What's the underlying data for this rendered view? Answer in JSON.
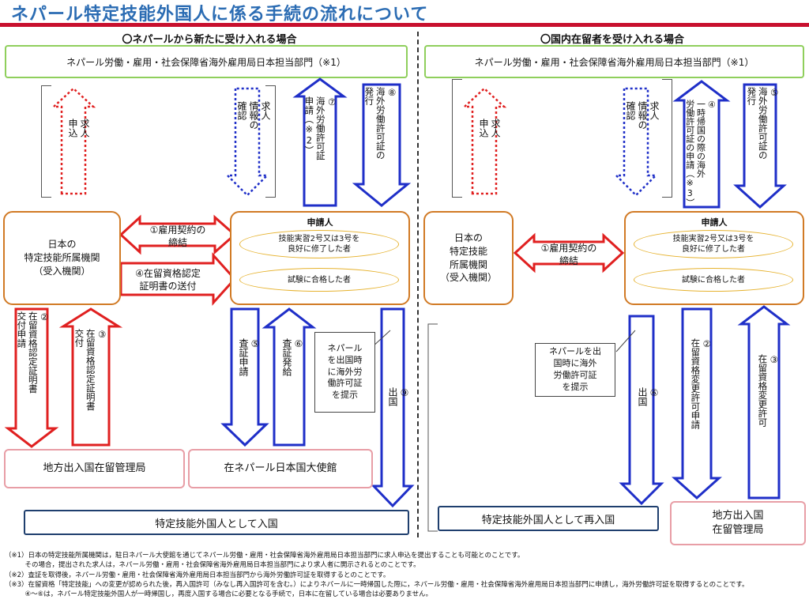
{
  "title": "ネパール特定技能外国人に係る手続の流れについて",
  "left": {
    "heading": "〇ネパールから新たに受け入れる場合",
    "top_box": "ネパール労働・雇用・社会保障省海外雇用局日本担当部門（※1）",
    "arrow_job_offer": "求人\n申込",
    "arrow_job_info": "求人\n情報の\n確認",
    "arrow_7": "⑦\n海外労働許可証\n申請（※2）",
    "arrow_8": "⑧\n海外労働許可証の\n発行",
    "org_box": "日本の\n特定技能所属機関\n（受入機関）",
    "arrow_1": "①雇用契約の\n締結",
    "arrow_4": "④在留資格認定\n証明書の送付",
    "applicant_title": "申請人",
    "oval_1": "技能実習2号又は3号を\n良好に修了した者",
    "oval_2": "試験に合格した者",
    "arrow_2": "②\n在留資格認定証明書\n交付申請",
    "arrow_3": "③\n在留資格認定証明書\n交付",
    "arrow_5": "⑤\n査証申請",
    "arrow_6": "⑥\n査証発給",
    "callout": "ネパール\nを出国時\nに海外労\n働許可証\nを提示",
    "arrow_9": "⑨\n出国",
    "box_immigration": "地方出入国在留管理局",
    "box_embassy": "在ネパール日本国大使館",
    "bottom_box": "特定技能外国人として入国"
  },
  "right": {
    "heading": "〇国内在留者を受け入れる場合",
    "top_box": "ネパール労働・雇用・社会保障省海外雇用局日本担当部門（※1）",
    "arrow_job_offer": "求人\n申込",
    "arrow_job_info": "求人\n情報の\n確認",
    "arrow_4": "④\n一時帰国の際の海外\n労働許可証の申請（※3）",
    "arrow_5": "⑤\n海外労働許可証の\n発行",
    "org_box": "日本の\n特定技能\n所属機関\n（受入機関）",
    "arrow_1": "①雇用契約の\n締結",
    "applicant_title": "申請人",
    "oval_1": "技能実習2号又は3号を\n良好に修了した者",
    "oval_2": "試験に合格した者",
    "callout": "ネパールを出\n国時に海外\n労働許可証\nを提示",
    "arrow_6": "⑥\n出国",
    "arrow_2": "②\n在留資格変更許可申請",
    "arrow_3": "③\n在留資格変更許可",
    "bottom_box": "特定技能外国人として再入国",
    "box_immigration": "地方出入国\n在留管理局"
  },
  "notes": [
    "（※1）日本の特定技能所属機関は，駐日ネパール大使館を通じてネパール労働・雇用・社会保障省海外雇用局日本担当部門に求人申込を提出することも可能とのことです。",
    "　　　その場合，提出された求人は，ネパール労働・雇用・社会保障省海外雇用局日本担当部門により求人者に開示されるとのことです。",
    "（※2）査証を取得後，ネパール労働・雇用・社会保障省海外雇用局日本担当部門から海外労働許可証を取得するとのことです。",
    "（※3）在留資格「特定技能」への変更が認められた後，再入国許可（みなし再入国許可を含む。）によりネパールに一時帰国した際に，ネパール労働・雇用・社会保障省海外雇用局日本担当部門に申請し，海外労働許可証を取得するとのことです。",
    "　　　④～⑥は，ネパール特定技能外国人が一時帰国し，再度入国する場合に必要となる手続で，日本に在留している場合は必要ありません。"
  ],
  "colors": {
    "red": "#e02020",
    "blue": "#1f2fc8",
    "green_border": "#8fcf5c",
    "orange_border": "#d17a25",
    "pink_border": "#e89ea6",
    "navy_border": "#1f3f6e",
    "title_blue": "#2b6cb3"
  }
}
